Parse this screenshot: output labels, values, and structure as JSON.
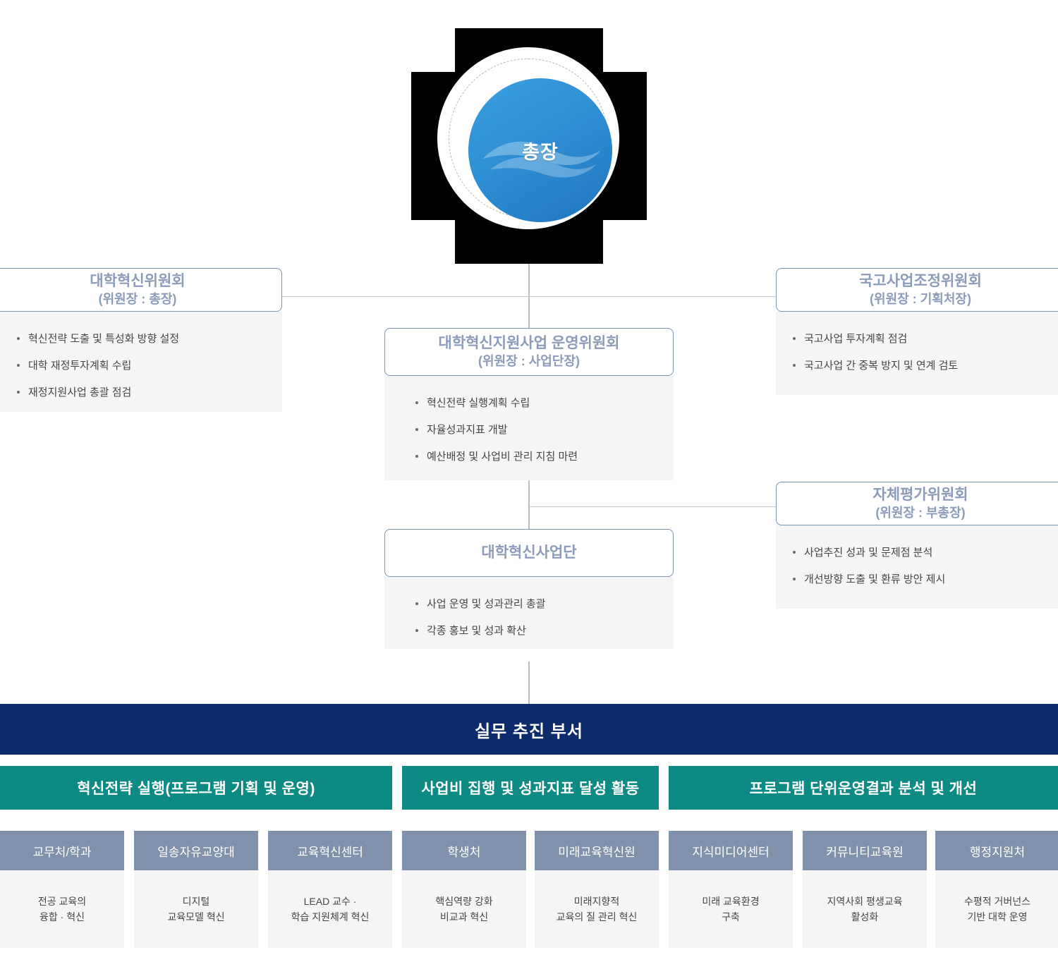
{
  "president": {
    "label": "총장",
    "icon": "wave-emblem-icon"
  },
  "committees": [
    {
      "id": "c-left",
      "title": "대학혁신위원회",
      "subtitle": "(위원장 : 총장)",
      "items": [
        "혁신전략 도출 및 특성화 방향 설정",
        "대학 재정투자계획 수립",
        "재정지원사업 총괄 점검"
      ]
    },
    {
      "id": "c-right",
      "title": "국고사업조정위원회",
      "subtitle": "(위원장 : 기획처장)",
      "items": [
        "국고사업 투자계획 점검",
        "국고사업 간 중복 방지 및 연계 검토"
      ]
    },
    {
      "id": "c-center",
      "title": "대학혁신지원사업 운영위원회",
      "subtitle": "(위원장 : 사업단장)",
      "items": [
        "혁신전략 실행계획 수립",
        "자율성과지표 개발",
        "예산배정 및 사업비 관리 지침 마련"
      ]
    },
    {
      "id": "c-eval",
      "title": "자체평가위원회",
      "subtitle": "(위원장 : 부총장)",
      "items": [
        "사업추진 성과 및 문제점 분석",
        "개선방향 도출 및 환류 방안 제시"
      ]
    },
    {
      "id": "c-dan",
      "title": "대학혁신사업단",
      "subtitle": "",
      "items": [
        "사업 운영 및 성과관리 총괄",
        "각종 홍보 및 성과 확산"
      ]
    }
  ],
  "band": {
    "label": "실무 추진 부서"
  },
  "groups": [
    {
      "label": "혁신전략 실행(프로그램 기획 및 운영)"
    },
    {
      "label": "사업비 집행 및 성과지표 달성 활동"
    },
    {
      "label": "프로그램 단위운영결과 분석 및 개선"
    }
  ],
  "departments": [
    {
      "name": "교무처/학과",
      "line1": "전공 교육의",
      "line2": "융합 · 혁신"
    },
    {
      "name": "일송자유교양대",
      "line1": "디지털",
      "line2": "교육모델 혁신"
    },
    {
      "name": "교육혁신센터",
      "line1": "LEAD 교수 ·",
      "line2": "학습 지원체계 혁신"
    },
    {
      "name": "학생처",
      "line1": "핵심역량 강화",
      "line2": "비교과 혁신"
    },
    {
      "name": "미래교육혁신원",
      "line1": "미래지향적",
      "line2": "교육의 질 관리 혁신"
    },
    {
      "name": "지식미디어센터",
      "line1": "미래 교육환경",
      "line2": "구축"
    },
    {
      "name": "커뮤니티교육원",
      "line1": "지역사회 평생교육",
      "line2": "활성화"
    },
    {
      "name": "행정지원처",
      "line1": "수평적 거버넌스",
      "line2": "기반 대학 운영"
    }
  ],
  "colors": {
    "navy": "#0b2b6b",
    "teal": "#0c8a83",
    "slate": "#8091ac",
    "title_blue": "#8c9cb8",
    "border_blue": "#7d93b2",
    "panel_gray": "#f5f5f5",
    "circle_blue": "#2f8fd4"
  }
}
